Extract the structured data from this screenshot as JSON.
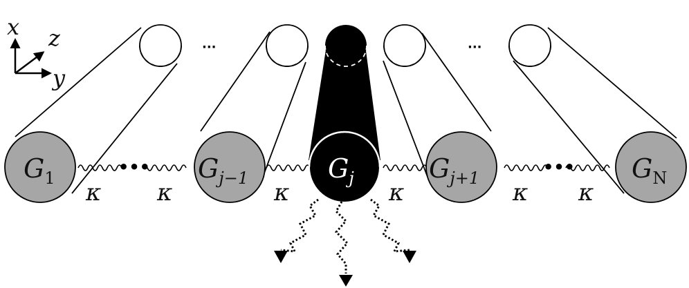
{
  "axes": {
    "x": "x",
    "y": "y",
    "z": "z"
  },
  "ellipsis_top": [
    "···",
    "···"
  ],
  "ellipsis_chain": [
    "•••",
    "•••"
  ],
  "nodes": [
    {
      "id": "g1",
      "base": "G",
      "sub": "1",
      "highlight": false
    },
    {
      "id": "gjm1",
      "base": "G",
      "sub": "j−1",
      "highlight": false
    },
    {
      "id": "gj",
      "base": "G",
      "sub": "j",
      "highlight": true
    },
    {
      "id": "gjp1",
      "base": "G",
      "sub": "j+1",
      "highlight": false
    },
    {
      "id": "gN",
      "base": "G",
      "sub": "N",
      "highlight": false
    }
  ],
  "couplings": [
    "κ",
    "κ",
    "κ",
    "κ",
    "κ",
    "κ"
  ],
  "colors": {
    "node_fill": "#a6a6a6",
    "highlight_fill": "#000000",
    "stroke": "#000000",
    "background": "#ffffff"
  }
}
